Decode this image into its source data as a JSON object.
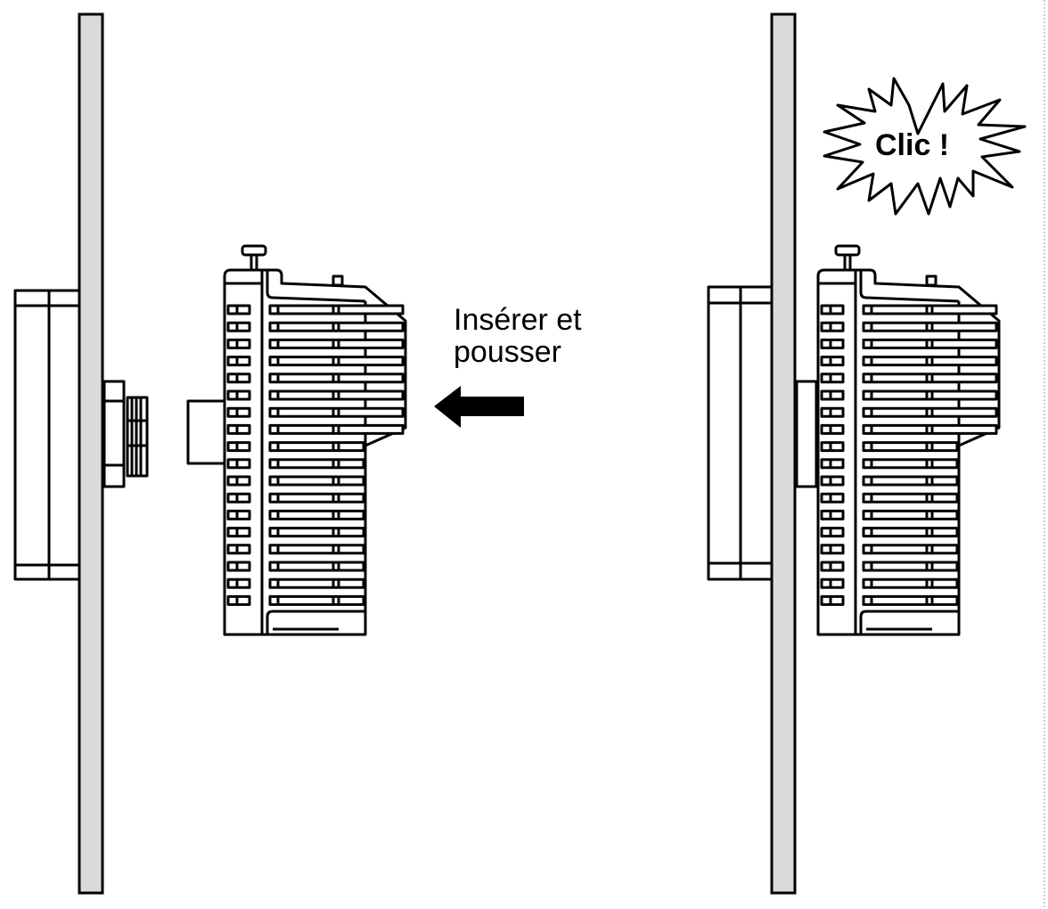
{
  "instruction": {
    "line1": "Insérer et",
    "line2": "pousser"
  },
  "burst": {
    "text": "Clic !"
  },
  "colors": {
    "panel": "#d9dadc",
    "stroke": "#000000"
  },
  "icons": [
    "push-arrow-icon",
    "click-burst-icon"
  ]
}
